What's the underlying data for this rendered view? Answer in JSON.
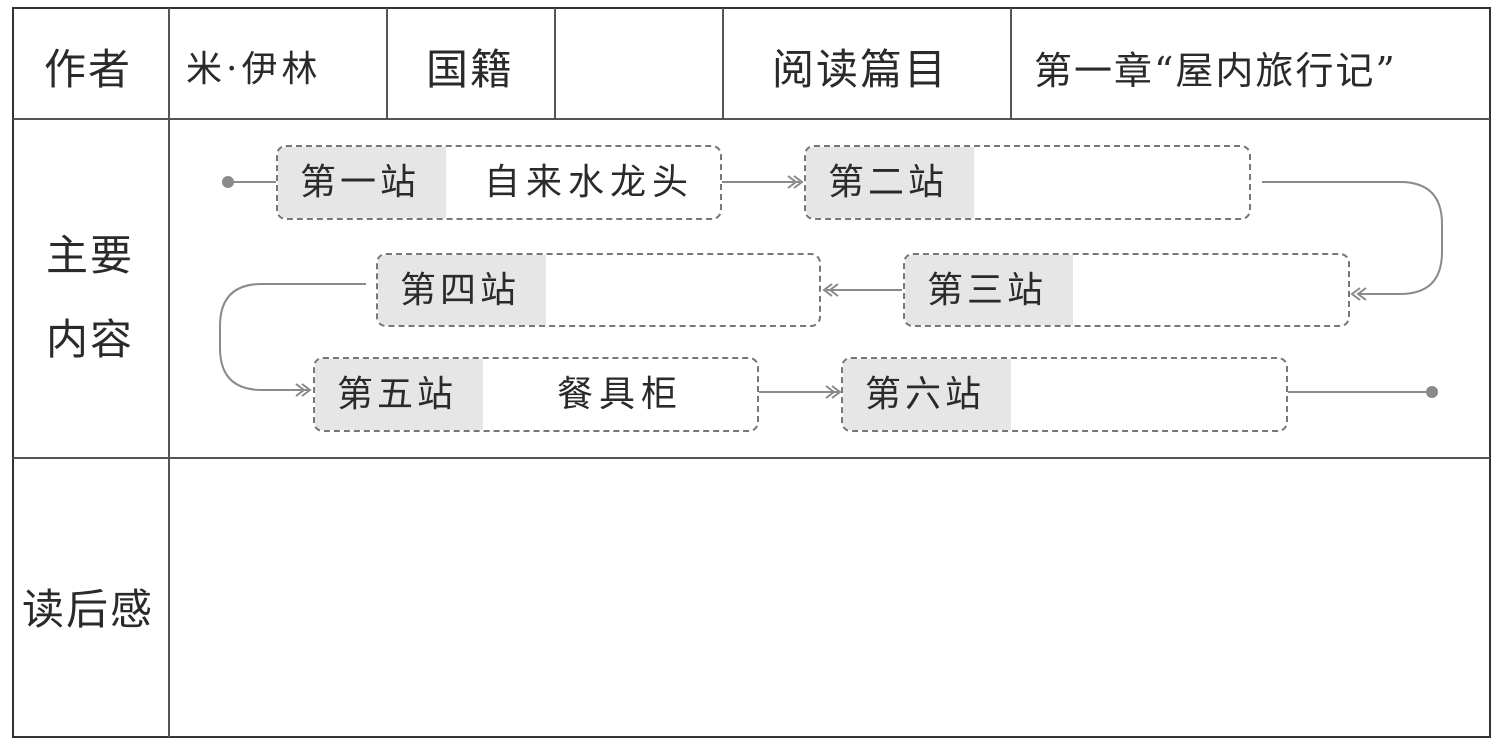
{
  "header": {
    "author_label": "作者",
    "author_value": "米·伊林",
    "nationality_label": "国籍",
    "nationality_value": "",
    "reading_label": "阅读篇目",
    "reading_value": "第一章“屋内旅行记”"
  },
  "main_content": {
    "label_line1": "主要",
    "label_line2": "内容",
    "stations": [
      {
        "label": "第一站",
        "content": "自来水龙头"
      },
      {
        "label": "第二站",
        "content": ""
      },
      {
        "label": "第三站",
        "content": ""
      },
      {
        "label": "第四站",
        "content": ""
      },
      {
        "label": "第五站",
        "content": "餐具柜"
      },
      {
        "label": "第六站",
        "content": ""
      }
    ]
  },
  "reflection": {
    "label": "读后感",
    "value": ""
  }
}
